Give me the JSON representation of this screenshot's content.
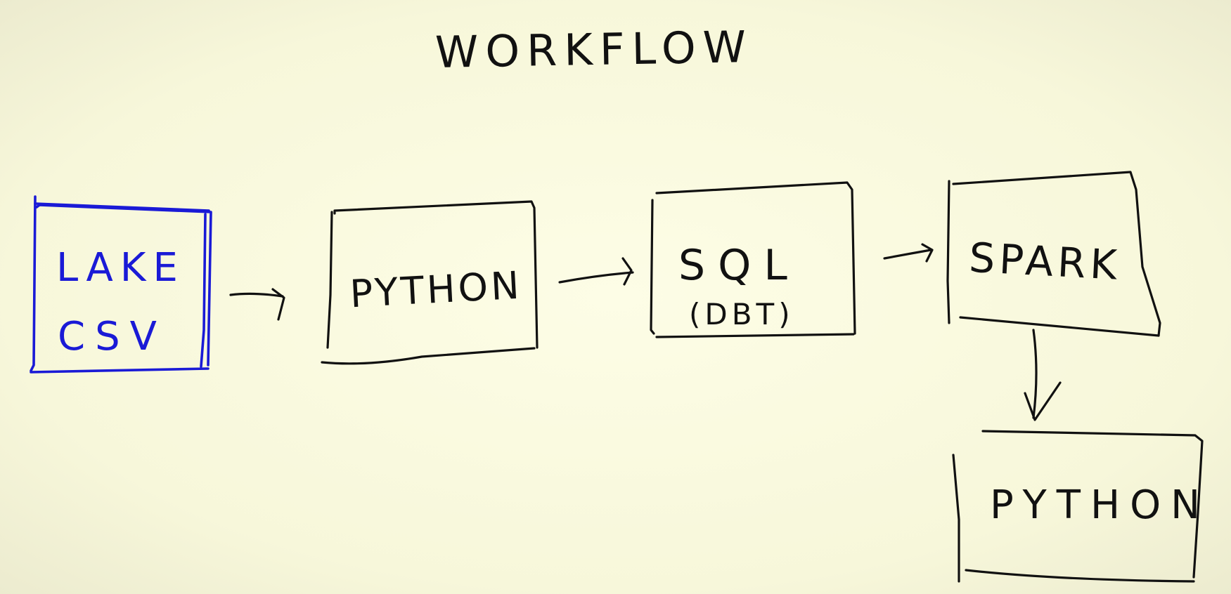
{
  "title": "WORKFLOW",
  "colors": {
    "background": "#fafae0",
    "ink": "#111111",
    "highlight": "#1a1ad6"
  },
  "nodes": [
    {
      "id": "lake",
      "lines": [
        "LAKE",
        "CSV"
      ],
      "color": "#1a1ad6"
    },
    {
      "id": "python1",
      "lines": [
        "PYTHON"
      ],
      "color": "#111111"
    },
    {
      "id": "sql",
      "lines": [
        "SQL",
        "(DBT)"
      ],
      "color": "#111111"
    },
    {
      "id": "spark",
      "lines": [
        "SPARK"
      ],
      "color": "#111111"
    },
    {
      "id": "python2",
      "lines": [
        "PYTHON"
      ],
      "color": "#111111"
    }
  ]
}
